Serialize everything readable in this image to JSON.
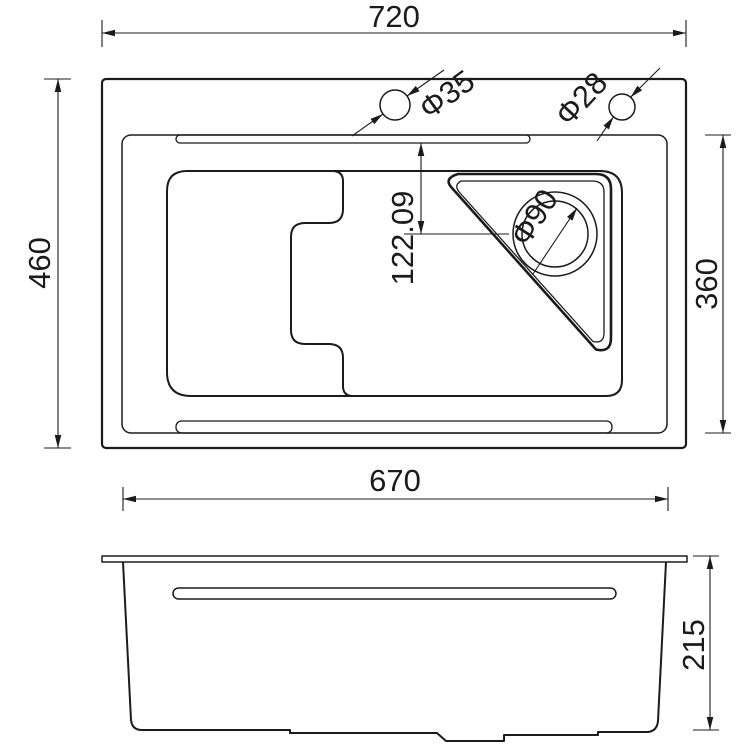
{
  "drawing": {
    "type": "kitchen-sink-technical-drawing",
    "views": [
      "top-view",
      "front-section-view"
    ],
    "dims": {
      "overall_width": "720",
      "overall_depth": "460",
      "inner_width": "670",
      "inner_depth": "360",
      "side_height": "215",
      "drain_center_offset": "122.09",
      "faucet_hole": "Φ35",
      "accessory_hole": "Φ28",
      "drain_hole": "Φ90"
    },
    "line_color": "#1b1b1b",
    "background_color": "#ffffff"
  }
}
